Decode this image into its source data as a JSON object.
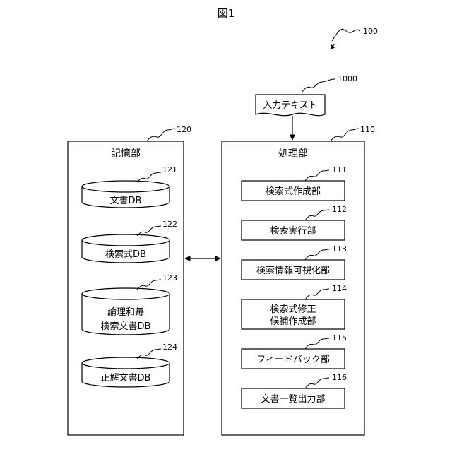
{
  "figure": {
    "title": "図1",
    "ref": "100"
  },
  "input": {
    "label": "入力テキスト",
    "ref": "1000"
  },
  "storage": {
    "title": "記憶部",
    "ref": "120",
    "dbs": [
      {
        "lines": [
          "文書DB"
        ],
        "ref": "121"
      },
      {
        "lines": [
          "検索式DB"
        ],
        "ref": "122"
      },
      {
        "lines": [
          "論理和毎",
          "検索文書DB"
        ],
        "ref": "123"
      },
      {
        "lines": [
          "正解文書DB"
        ],
        "ref": "124"
      }
    ]
  },
  "processing": {
    "title": "処理部",
    "ref": "110",
    "units": [
      {
        "lines": [
          "検索式作成部"
        ],
        "ref": "111"
      },
      {
        "lines": [
          "検索実行部"
        ],
        "ref": "112"
      },
      {
        "lines": [
          "検索情報可視化部"
        ],
        "ref": "113"
      },
      {
        "lines": [
          "検索式修正",
          "候補作成部"
        ],
        "ref": "114"
      },
      {
        "lines": [
          "フィードバック部"
        ],
        "ref": "115"
      },
      {
        "lines": [
          "文書一覧出力部"
        ],
        "ref": "116"
      }
    ]
  }
}
